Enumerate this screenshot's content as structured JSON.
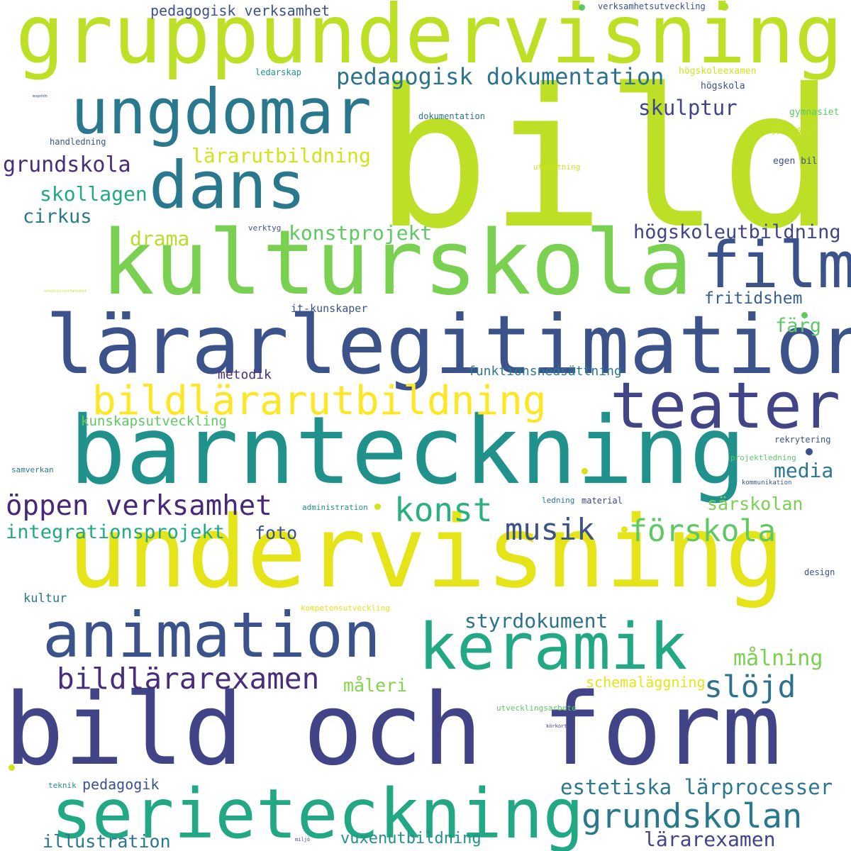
{
  "words": [
    {
      "text": "bild",
      "color": "#bddf26"
    },
    {
      "text": "gruppundervisning",
      "color": "#bddf26"
    },
    {
      "text": "kulturskola",
      "color": "#7ad151"
    },
    {
      "text": "lärarlegitimation",
      "color": "#3b528b"
    },
    {
      "text": "barnteckning",
      "color": "#21918c"
    },
    {
      "text": "undervisning",
      "color": "#e4e419"
    },
    {
      "text": "bild och form",
      "color": "#414487"
    },
    {
      "text": "serieteckning",
      "color": "#22a884"
    },
    {
      "text": "ungdomar",
      "color": "#2a788e"
    },
    {
      "text": "dans",
      "color": "#2a788e"
    },
    {
      "text": "film",
      "color": "#3b528b"
    },
    {
      "text": "teater",
      "color": "#414487"
    },
    {
      "text": "animation",
      "color": "#3b528b"
    },
    {
      "text": "keramik",
      "color": "#22a884"
    },
    {
      "text": "bildlärarutbildning",
      "color": "#fde725"
    },
    {
      "text": "konst",
      "color": "#2ab07f"
    },
    {
      "text": "öppen verksamhet",
      "color": "#482878"
    },
    {
      "text": "musik",
      "color": "#3b528b"
    },
    {
      "text": "förskola",
      "color": "#5ec962"
    },
    {
      "text": "bildlärarexamen",
      "color": "#472d7b"
    },
    {
      "text": "slöjd",
      "color": "#2c728e"
    },
    {
      "text": "grundskolan",
      "color": "#2a788e"
    },
    {
      "text": "pedagogisk dokumentation",
      "color": "#2c728e"
    },
    {
      "text": "pedagogisk verksamhet",
      "color": "#3b528b"
    },
    {
      "text": "skulptur",
      "color": "#414487"
    },
    {
      "text": "grundskola",
      "color": "#472d7b"
    },
    {
      "text": "lärarutbildning",
      "color": "#d2e21b"
    },
    {
      "text": "skollagen",
      "color": "#22a884"
    },
    {
      "text": "cirkus",
      "color": "#2a788e"
    },
    {
      "text": "drama",
      "color": "#b5de2b"
    },
    {
      "text": "konstprojekt",
      "color": "#5ec962"
    },
    {
      "text": "högskoleutbildning",
      "color": "#414487"
    },
    {
      "text": "fritidshem",
      "color": "#355f8d"
    },
    {
      "text": "färg",
      "color": "#5ec962"
    },
    {
      "text": "media",
      "color": "#2a788e"
    },
    {
      "text": "särskolan",
      "color": "#7ad151"
    },
    {
      "text": "integrationsprojekt",
      "color": "#22a884"
    },
    {
      "text": "foto",
      "color": "#3b528b"
    },
    {
      "text": "styrdokument",
      "color": "#2c728e"
    },
    {
      "text": "målning",
      "color": "#7ad151"
    },
    {
      "text": "måleri",
      "color": "#84d44b"
    },
    {
      "text": "schemaläggning",
      "color": "#e4e419"
    },
    {
      "text": "estetiska lärprocesser",
      "color": "#2a788e"
    },
    {
      "text": "lärarexamen",
      "color": "#414487"
    },
    {
      "text": "pedagogik",
      "color": "#3b528b"
    },
    {
      "text": "illustration",
      "color": "#2a788e"
    },
    {
      "text": "vuxenutbildning",
      "color": "#21918c"
    },
    {
      "text": "kunskapsutveckling",
      "color": "#5ec962"
    },
    {
      "text": "funktionsnedsättning",
      "color": "#2a788e"
    },
    {
      "text": "metodik",
      "color": "#472d7b"
    },
    {
      "text": "it-kunskaper",
      "color": "#3b528b"
    },
    {
      "text": "kultur",
      "color": "#2a788e"
    },
    {
      "text": "verksamhetsutveckling",
      "color": "#3b528b"
    },
    {
      "text": "högskoleexamen",
      "color": "#d2e21b"
    },
    {
      "text": "högskola",
      "color": "#3b528b"
    },
    {
      "text": "gymnasiet",
      "color": "#5ec962"
    },
    {
      "text": "gymnasium",
      "color": "#c2df23"
    },
    {
      "text": "egen bil",
      "color": "#3b528b"
    },
    {
      "text": "ledarskap",
      "color": "#21918c"
    },
    {
      "text": "dokumentation",
      "color": "#2c728e"
    },
    {
      "text": "handledning",
      "color": "#3b528b"
    },
    {
      "text": "utrustning",
      "color": "#d2e21b"
    },
    {
      "text": "verktyg",
      "color": "#3b528b"
    },
    {
      "text": "rekrytering",
      "color": "#3b528b"
    },
    {
      "text": "projektledning",
      "color": "#5ec962"
    },
    {
      "text": "kommunikation",
      "color": "#3b528b"
    },
    {
      "text": "samverkan",
      "color": "#2a788e"
    },
    {
      "text": "administration",
      "color": "#21918c"
    },
    {
      "text": "ledning",
      "color": "#2c728e"
    },
    {
      "text": "material",
      "color": "#414487"
    },
    {
      "text": "design",
      "color": "#3b528b"
    },
    {
      "text": "kompetensutveckling",
      "color": "#e4e419"
    },
    {
      "text": "utvecklingsarbete",
      "color": "#5ec962"
    },
    {
      "text": "körkort",
      "color": "#414487"
    },
    {
      "text": "teknik",
      "color": "#21918c"
    },
    {
      "text": "miljö",
      "color": "#414487"
    },
    {
      "text": "mognhöh",
      "color": "#414487"
    },
    {
      "text": "arbetslivserfarenhet",
      "color": "#d2e21b"
    }
  ]
}
